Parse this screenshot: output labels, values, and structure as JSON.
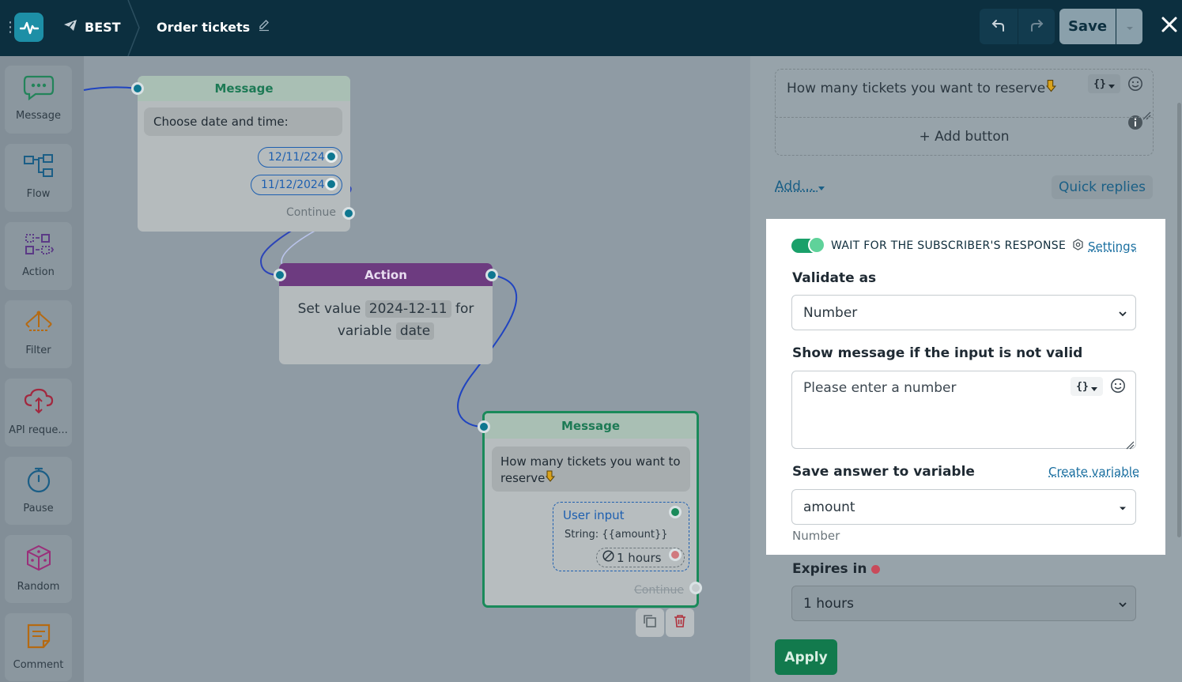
{
  "topbar": {
    "bot_name": "BEST",
    "flow_name": "Order tickets",
    "save_label": "Save"
  },
  "toolbox": {
    "items": [
      {
        "label": "Message",
        "icon": "message-icon"
      },
      {
        "label": "Flow",
        "icon": "flow-icon"
      },
      {
        "label": "Action",
        "icon": "action-icon"
      },
      {
        "label": "Filter",
        "icon": "filter-icon"
      },
      {
        "label": "API reque...",
        "icon": "api-request-icon"
      },
      {
        "label": "Pause",
        "icon": "pause-icon"
      },
      {
        "label": "Random",
        "icon": "random-icon"
      },
      {
        "label": "Comment",
        "icon": "comment-icon"
      }
    ]
  },
  "canvas": {
    "node1": {
      "title": "Message",
      "text": "Choose date and time:",
      "buttons": [
        "12/11/224",
        "11/12/2024"
      ],
      "continue": "Continue"
    },
    "node2": {
      "title": "Action",
      "text_a": "Set value",
      "value": "2024-12-11",
      "text_b": "for",
      "text_c": "variable",
      "variable": "date"
    },
    "node3": {
      "title": "Message",
      "text": "How many tickets you want to reserve",
      "user_input_title": "User input",
      "user_input_type": "String: {{amount}}",
      "timeout": "1 hours",
      "continue": "Continue"
    }
  },
  "panel": {
    "message_text": "How many tickets you want to reserve",
    "add_button": "+ Add button",
    "add_label": "Add...",
    "quick_replies": "Quick replies",
    "wait_label": "WAIT FOR THE SUBSCRIBER'S RESPONSE",
    "settings_label": "Settings",
    "validate_label": "Validate as",
    "validate_value": "Number",
    "invalid_label": "Show message if the input is not valid",
    "invalid_placeholder": "Please enter a number",
    "save_label": "Save answer to variable",
    "create_variable": "Create variable",
    "variable_value": "amount",
    "variable_type": "Number",
    "expires_label": "Expires in",
    "expires_value": "1 hours",
    "apply_label": "Apply"
  },
  "colors": {
    "topbar": "#0c2f3f",
    "accent_green": "#1a8a5a",
    "action_purple": "#6d3b80",
    "link_blue": "#1a6fa0"
  }
}
